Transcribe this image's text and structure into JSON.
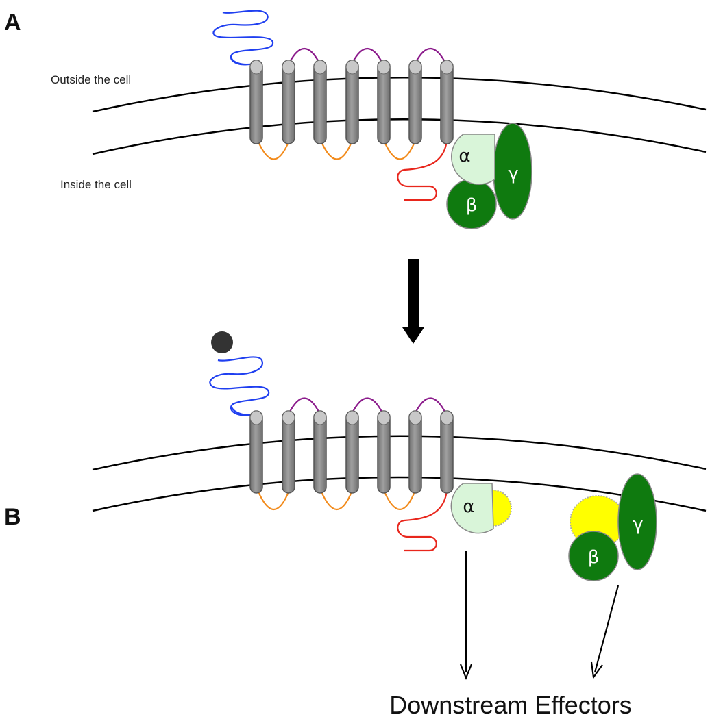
{
  "panels": {
    "a_label": "A",
    "b_label": "B"
  },
  "regions": {
    "outside": "Outside the cell",
    "inside": "Inside the cell"
  },
  "subunits": {
    "alpha": "α",
    "beta": "β",
    "gamma": "γ"
  },
  "effectors_label": "Downstream Effectors",
  "colors": {
    "membrane": "#000000",
    "helix_fill": "#8c8c8c",
    "helix_cap": "#c8c8c8",
    "extracellular_loop": "#8b1a8b",
    "intracellular_loop": "#f28a1a",
    "n_terminus": "#1f3ff0",
    "c_terminus": "#e8261c",
    "alpha_fill": "#d9f5d9",
    "beta_gamma_fill": "#0f7a0f",
    "gtp_glow": "#ffff00",
    "ligand": "#333333",
    "arrow": "#000000"
  }
}
